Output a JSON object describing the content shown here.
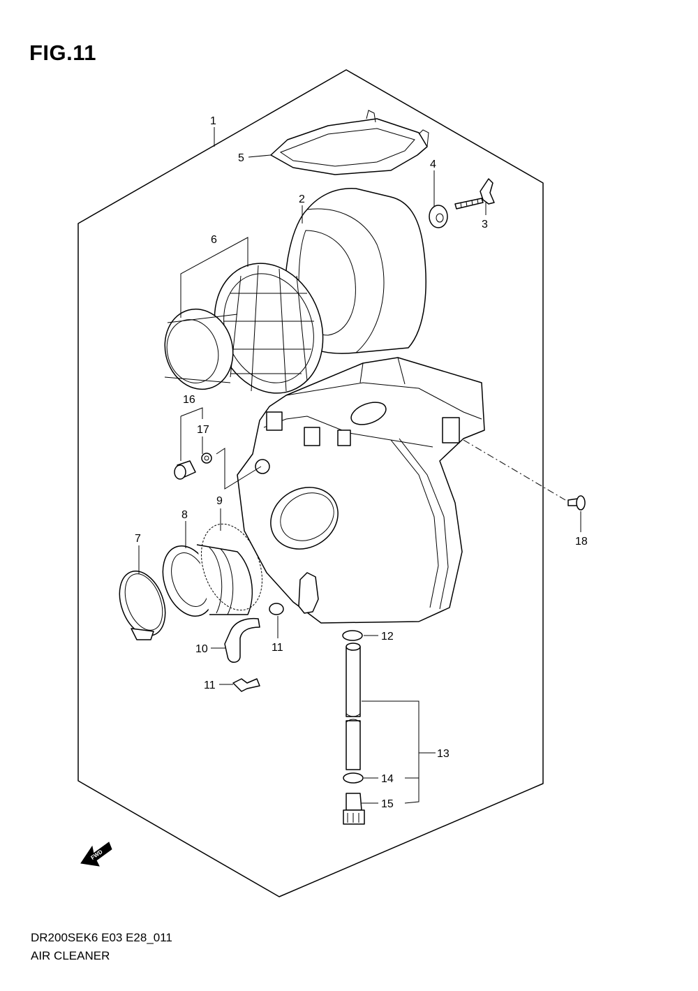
{
  "figure": {
    "title": "FIG.11",
    "drawing_code": "DR200SEK6 E03 E28_011",
    "assembly_name": "AIR CLEANER",
    "fwd_label": "FWD"
  },
  "callouts": [
    {
      "id": "1",
      "label": "1"
    },
    {
      "id": "2",
      "label": "2"
    },
    {
      "id": "3",
      "label": "3"
    },
    {
      "id": "4",
      "label": "4"
    },
    {
      "id": "5",
      "label": "5"
    },
    {
      "id": "6",
      "label": "6"
    },
    {
      "id": "7",
      "label": "7"
    },
    {
      "id": "8",
      "label": "8"
    },
    {
      "id": "9",
      "label": "9"
    },
    {
      "id": "10",
      "label": "10"
    },
    {
      "id": "11a",
      "label": "11"
    },
    {
      "id": "11b",
      "label": "11"
    },
    {
      "id": "12",
      "label": "12"
    },
    {
      "id": "13",
      "label": "13"
    },
    {
      "id": "14",
      "label": "14"
    },
    {
      "id": "15",
      "label": "15"
    },
    {
      "id": "16",
      "label": "16"
    },
    {
      "id": "17",
      "label": "17"
    },
    {
      "id": "18",
      "label": "18"
    }
  ]
}
